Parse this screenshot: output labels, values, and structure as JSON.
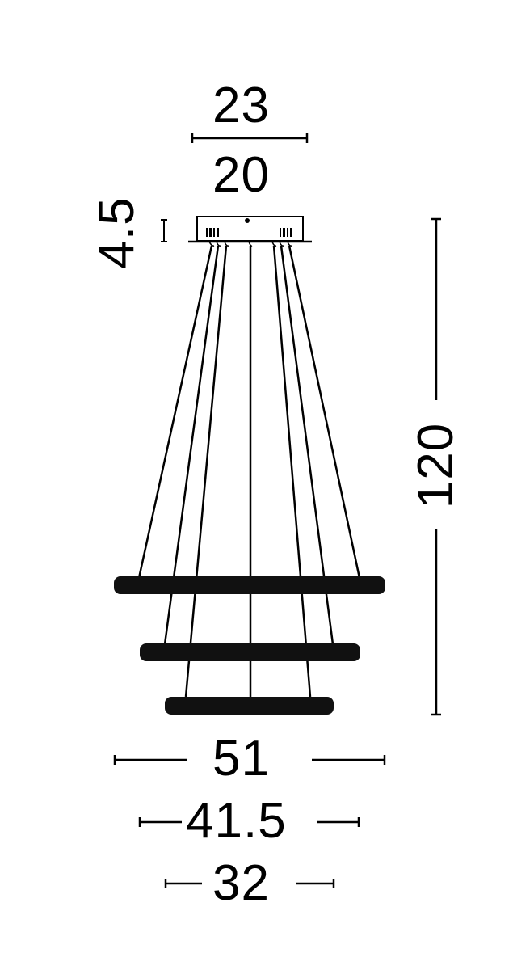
{
  "diagram": {
    "type": "technical-dimension-drawing",
    "subject": "three-ring pendant lamp",
    "units_implied": "cm",
    "dimensions": {
      "canopy_outer_width": "23",
      "canopy_inner_width": "20",
      "canopy_height": "4.5",
      "total_height": "120",
      "ring_large_diameter": "51",
      "ring_medium_diameter": "41.5",
      "ring_small_diameter": "32"
    },
    "colors": {
      "line": "#000000",
      "background": "#ffffff"
    }
  }
}
